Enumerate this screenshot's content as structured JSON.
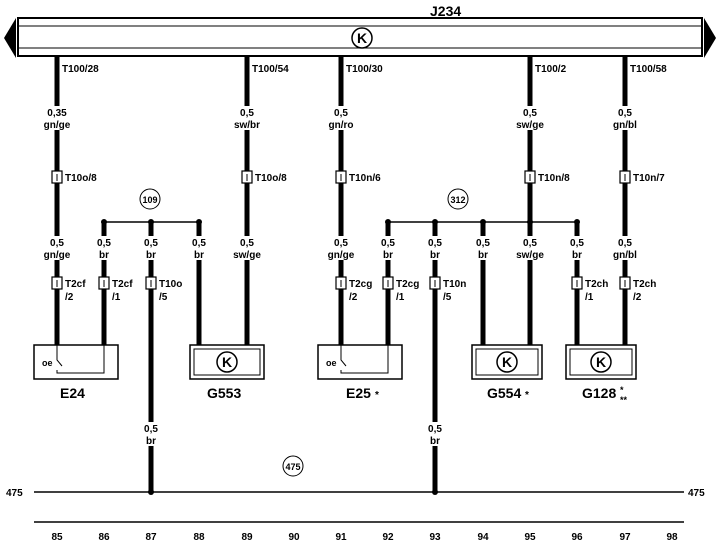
{
  "header": {
    "module_label": "J234",
    "bus_symbol": "K"
  },
  "connectors": [
    {
      "pin": "T100/28"
    },
    {
      "pin": "T100/54"
    },
    {
      "pin": "T100/30"
    },
    {
      "pin": "T100/2"
    },
    {
      "pin": "T100/58"
    }
  ],
  "wires_top": [
    {
      "size": "0,35",
      "color": "gn/ge"
    },
    {
      "size": "0,5",
      "color": "sw/br"
    },
    {
      "size": "0,5",
      "color": "gn/ro"
    },
    {
      "size": "0,5",
      "color": "sw/ge"
    },
    {
      "size": "0,5",
      "color": "gn/bl"
    }
  ],
  "mid_connectors": [
    {
      "label": "T10o/8"
    },
    {
      "label": "T10o/8"
    },
    {
      "label": "T10n/6"
    },
    {
      "label": "T10n/8"
    },
    {
      "label": "T10n/7"
    }
  ],
  "junctions": [
    {
      "label": "109"
    },
    {
      "label": "312"
    },
    {
      "label": "475"
    }
  ],
  "wires_lower": [
    {
      "size": "0,5",
      "color": "gn/ge"
    },
    {
      "size": "0,5",
      "color": "br"
    },
    {
      "size": "0,5",
      "color": "br"
    },
    {
      "size": "0,5",
      "color": "br"
    },
    {
      "size": "0,5",
      "color": "sw/ge"
    },
    {
      "size": "0,5",
      "color": "gn/ge"
    },
    {
      "size": "0,5",
      "color": "br"
    },
    {
      "size": "0,5",
      "color": "br"
    },
    {
      "size": "0,5",
      "color": "br"
    },
    {
      "size": "0,5",
      "color": "sw/ge"
    },
    {
      "size": "0,5",
      "color": "br"
    },
    {
      "size": "0,5",
      "color": "gn/bl"
    }
  ],
  "pin_connectors": [
    {
      "label": "T2cf",
      "pin": "/2"
    },
    {
      "label": "T2cf",
      "pin": "/1"
    },
    {
      "label": "T10o",
      "pin": "/5"
    },
    {
      "label": "T2cg",
      "pin": "/2"
    },
    {
      "label": "T2cg",
      "pin": "/1"
    },
    {
      "label": "T10n",
      "pin": "/5"
    },
    {
      "label": "T2ch",
      "pin": "/1"
    },
    {
      "label": "T2ch",
      "pin": "/2"
    }
  ],
  "components": [
    {
      "name": "E24",
      "inner": "oe"
    },
    {
      "name": "G553",
      "inner": "K"
    },
    {
      "name": "E25",
      "suffix": "*",
      "inner": "oe"
    },
    {
      "name": "G554",
      "suffix": "*",
      "inner": "K"
    },
    {
      "name": "G128",
      "suffix": "*\n**",
      "inner": "K"
    }
  ],
  "ground_wires": [
    {
      "size": "0,5",
      "color": "br"
    },
    {
      "size": "0,5",
      "color": "br"
    }
  ],
  "ground_bus": {
    "left_label": "475",
    "right_label": "475"
  },
  "tracks": [
    "85",
    "86",
    "87",
    "88",
    "89",
    "90",
    "91",
    "92",
    "93",
    "94",
    "95",
    "96",
    "97",
    "98"
  ]
}
